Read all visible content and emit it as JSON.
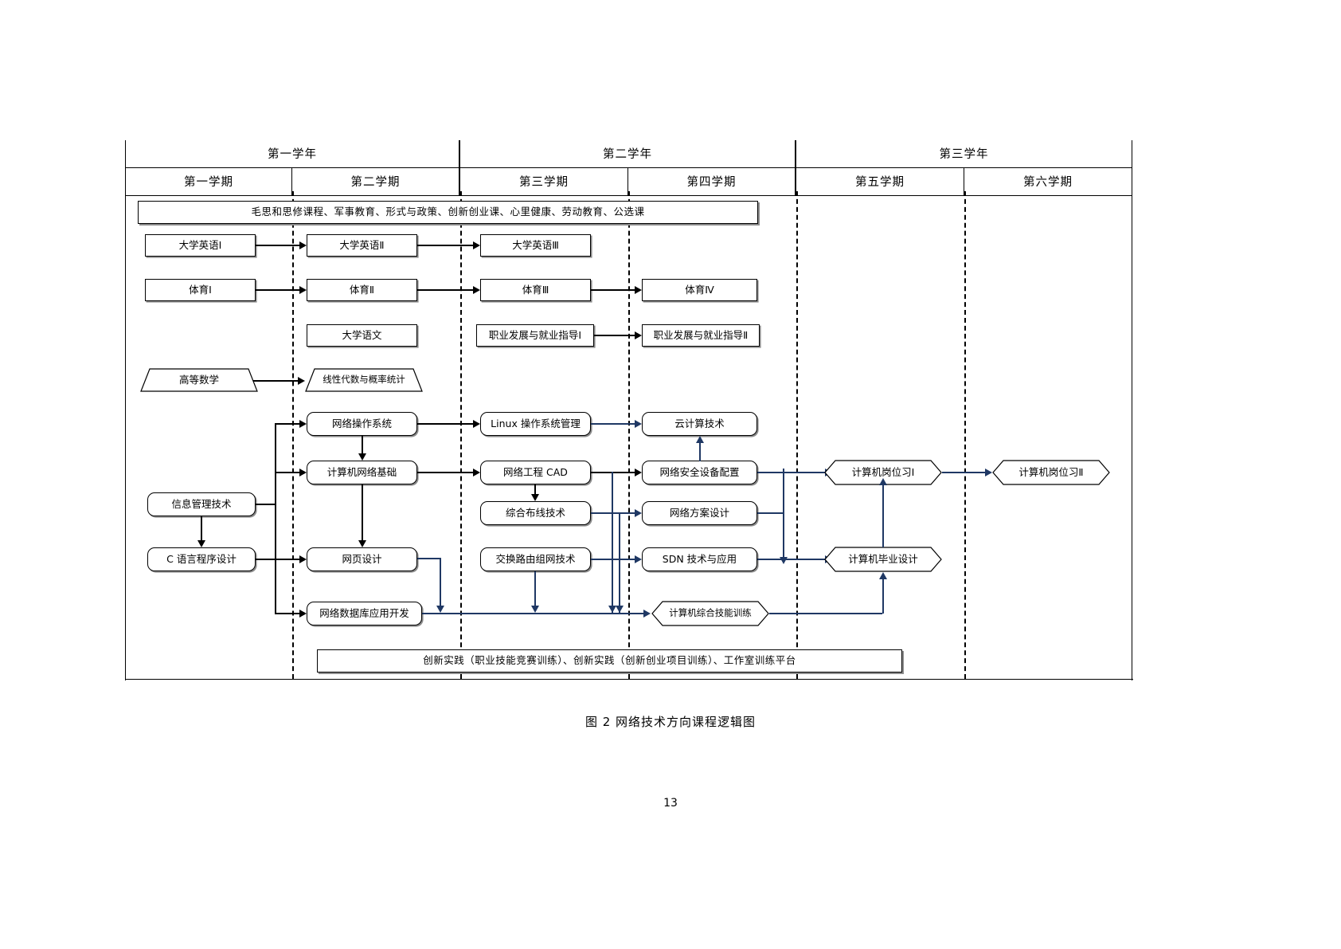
{
  "figure": {
    "caption": "图 2 网络技术方向课程逻辑图",
    "page_number": "13"
  },
  "header": {
    "years": [
      {
        "label": "第一学年"
      },
      {
        "label": "第二学年"
      },
      {
        "label": "第三学年"
      }
    ],
    "semesters": [
      {
        "label": "第一学期"
      },
      {
        "label": "第二学期"
      },
      {
        "label": "第三学期"
      },
      {
        "label": "第四学期"
      },
      {
        "label": "第五学期"
      },
      {
        "label": "第六学期"
      }
    ]
  },
  "banners": {
    "top": "毛思和思修课程、军事教育、形式与政策、创新创业课、心里健康、劳动教育、公选课",
    "bottom": "创新实践（职业技能竞赛训练）、创新实践（创新创业项目训练）、工作室训练平台"
  },
  "courses": {
    "english1": "大学英语Ⅰ",
    "english2": "大学英语Ⅱ",
    "english3": "大学英语Ⅲ",
    "pe1": "体育Ⅰ",
    "pe2": "体育Ⅱ",
    "pe3": "体育Ⅲ",
    "pe4": "体育Ⅳ",
    "chinese": "大学语文",
    "career1": "职业发展与就业指导Ⅰ",
    "career2": "职业发展与就业指导Ⅱ",
    "math": "高等数学",
    "linear_algebra": "线性代数与概率统计",
    "net_os": "网络操作系统",
    "net_basics": "计算机网络基础",
    "info_mgmt": "信息管理技术",
    "c_lang": "C 语言程序设计",
    "web_design": "网页设计",
    "net_db": "网络数据库应用开发",
    "linux_admin": "Linux 操作系统管理",
    "net_cad": "网络工程 CAD",
    "cabling": "综合布线技术",
    "switch_route": "交换路由组网技术",
    "cloud": "云计算技术",
    "net_security": "网络安全设备配置",
    "net_plan": "网络方案设计",
    "sdn": "SDN 技术与应用",
    "comp_skill_training": "计算机综合技能训练",
    "internship1": "计算机岗位习Ⅰ",
    "internship2": "计算机岗位习Ⅱ",
    "graduation": "计算机毕业设计"
  },
  "colors": {
    "arrow_blue": "#1f3864",
    "arrow_black": "#000000",
    "border": "#000000",
    "shadow": "#8c8c8c"
  }
}
